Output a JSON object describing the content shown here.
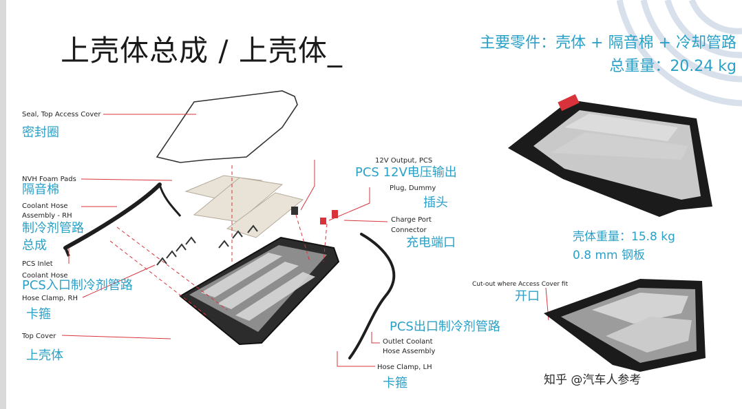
{
  "title": "上壳体总成 / 上壳体_",
  "info": {
    "main_parts": "主要零件：壳体 + 隔音棉 + 冷却管路",
    "total_weight": "总重量：20.24 kg"
  },
  "labels": {
    "seal": "Seal, Top Access Cover",
    "seal_cn": "密封圈",
    "nvh": "NVH Foam Pads",
    "nvh_cn": "隔音棉",
    "coolant_line1": "Coolant Hose",
    "coolant_line2": "Assembly - RH",
    "coolant_cn1": "制冷剂管路",
    "coolant_cn2": "总成",
    "pcs_inlet1": "PCS Inlet",
    "pcs_inlet2": "Coolant Hose",
    "pcs_inlet_cn": "PCS入口制冷剂管路",
    "hose_rh": "Hose Clamp, RH",
    "hose_rh_cn": "卡箍",
    "top_cover": "Top Cover",
    "top_cover_cn": "上壳体",
    "out12v": "12V Output, PCS",
    "out12v_cn": "PCS 12V电压输出",
    "plug": "Plug, Dummy",
    "plug_cn": "插头",
    "charge1": "Charge Port",
    "charge2": "Connector",
    "charge_cn": "充电端口",
    "pcs_out_cn": "PCS出口制冷剂管路",
    "outlet1": "Outlet Coolant",
    "outlet2": "Hose Assembly",
    "hose_lh": "Hose Clamp, LH",
    "hose_lh_cn": "卡箍",
    "shell_weight": "壳体重量：15.8 kg",
    "steel": "0.8 mm 钢板",
    "cutout": "Cut-out where Access Cover fit",
    "cutout_cn": "开口"
  },
  "watermark": "知乎 @汽车人参考",
  "colors": {
    "accent": "#2aa0c7",
    "leader": "#d8333a"
  }
}
